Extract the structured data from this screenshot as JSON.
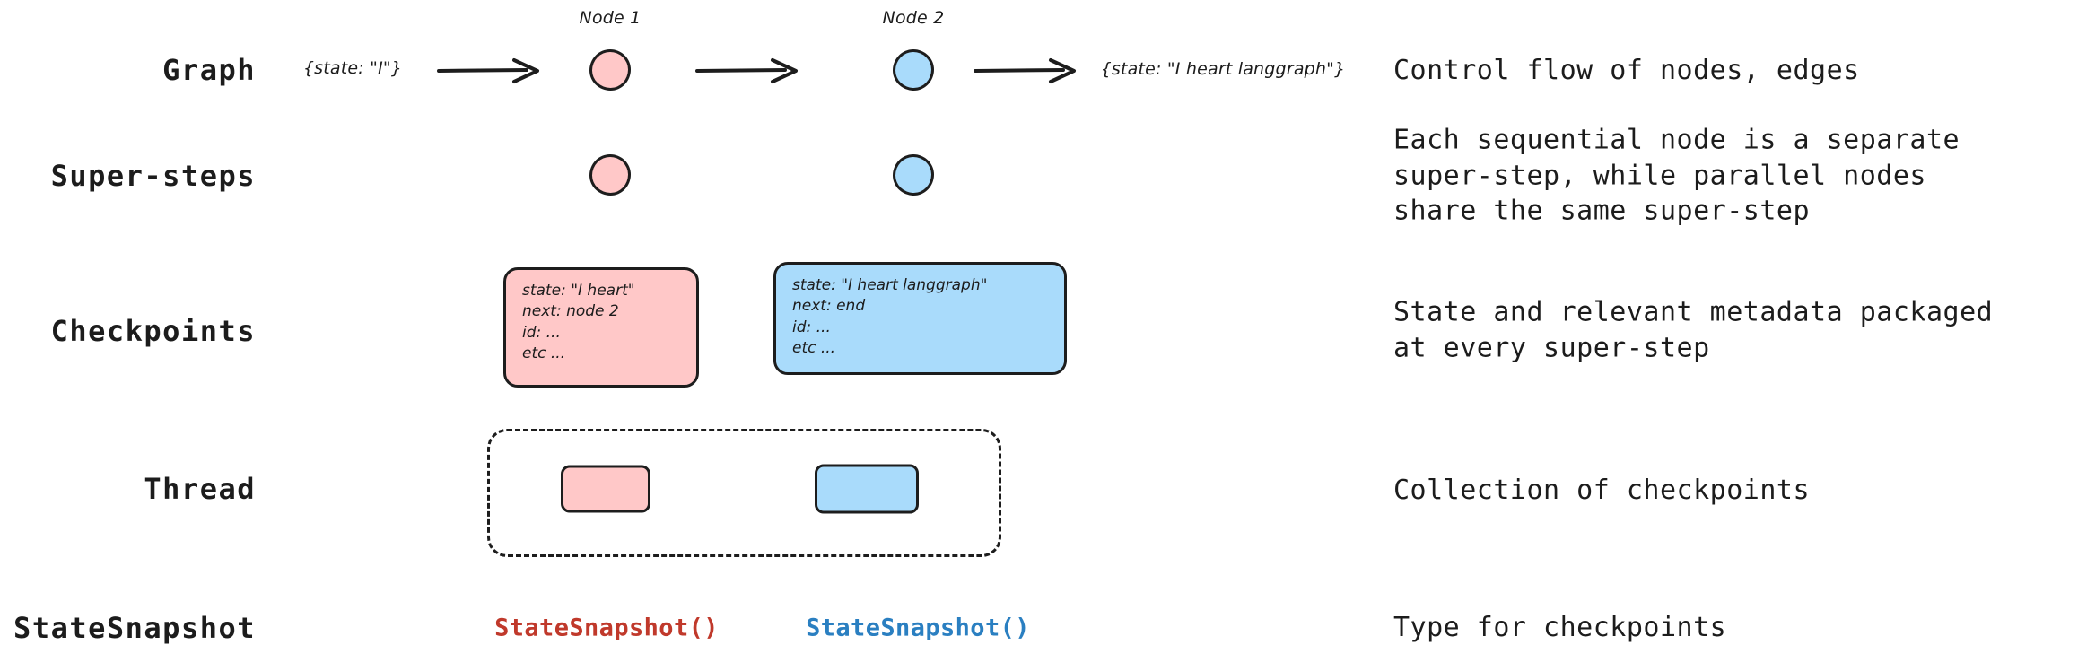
{
  "rows": [
    {
      "label": "Graph",
      "description": "Control flow of nodes, edges"
    },
    {
      "label": "Super-steps",
      "description": "Each sequential node is a separate\nsuper-step, while parallel nodes\nshare the same super-step"
    },
    {
      "label": "Checkpoints",
      "description": "State and relevant metadata packaged\nat every super-step"
    },
    {
      "label": "Thread",
      "description": "Collection of checkpoints"
    },
    {
      "label": "StateSnapshot",
      "description": "Type for checkpoints"
    }
  ],
  "graph": {
    "input_state": "{state: \"I\"}",
    "output_state": "{state: \"I heart langgraph\"}",
    "node1_label": "Node 1",
    "node2_label": "Node 2"
  },
  "checkpoints": {
    "pink": "state: \"I heart\"\nnext: node 2\nid: ...\netc ...",
    "blue": "state: \"I heart langgraph\"\nnext: end\nid: ...\netc ..."
  },
  "snapshots": {
    "pink_label": "StateSnapshot()",
    "blue_label": "StateSnapshot()"
  },
  "colors": {
    "pink_fill": "#ffc8c8",
    "blue_fill": "#a9dbfb",
    "outline": "#1d1d1d",
    "text": "#1c1c1c",
    "snapshot_red": "#c0392b",
    "snapshot_blue": "#2a7fc1",
    "background": "#ffffff"
  }
}
